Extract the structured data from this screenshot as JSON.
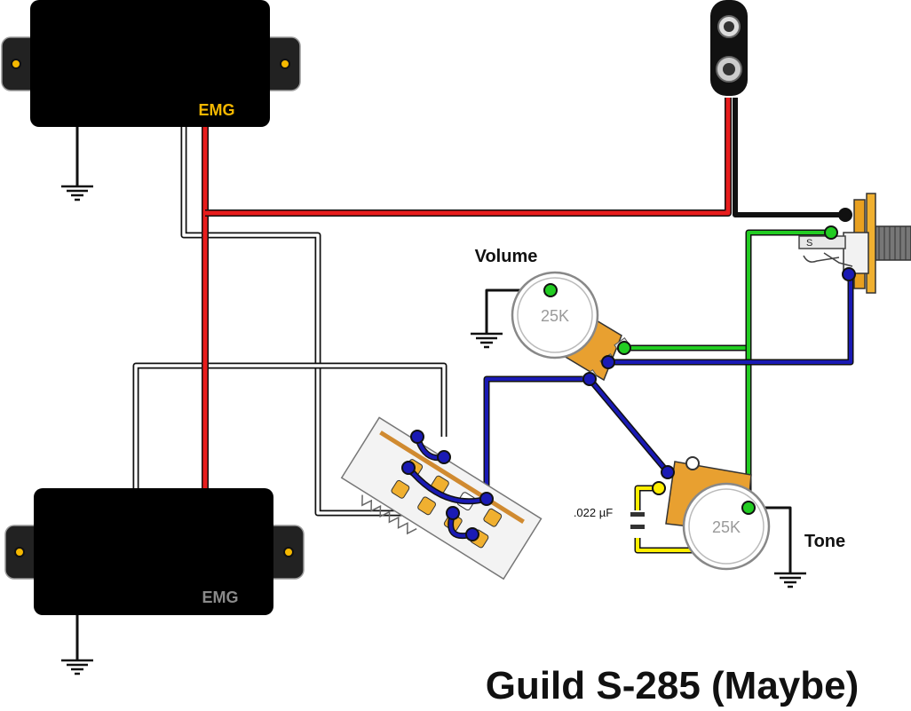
{
  "title": "Guild S-285 (Maybe)",
  "pickups": {
    "neck": {
      "brand": "EMG",
      "brand_color": "#f5b800"
    },
    "bridge": {
      "brand": "EMG",
      "brand_color": "#8a8a8a"
    }
  },
  "controls": {
    "volume": {
      "label": "Volume",
      "value": "25K"
    },
    "tone": {
      "label": "Tone",
      "value": "25K"
    }
  },
  "capacitor": {
    "label": ".022 µF"
  },
  "wire_colors": {
    "red": "#e81c1c",
    "black": "#111111",
    "white": "#ffffff",
    "blue": "#1a1ab4",
    "green": "#22cc22",
    "yellow": "#ffee00"
  },
  "icons": [
    "ground-icon",
    "battery-snap-icon",
    "output-jack-icon",
    "pickup-switch-icon",
    "potentiometer-icon",
    "capacitor-icon"
  ]
}
